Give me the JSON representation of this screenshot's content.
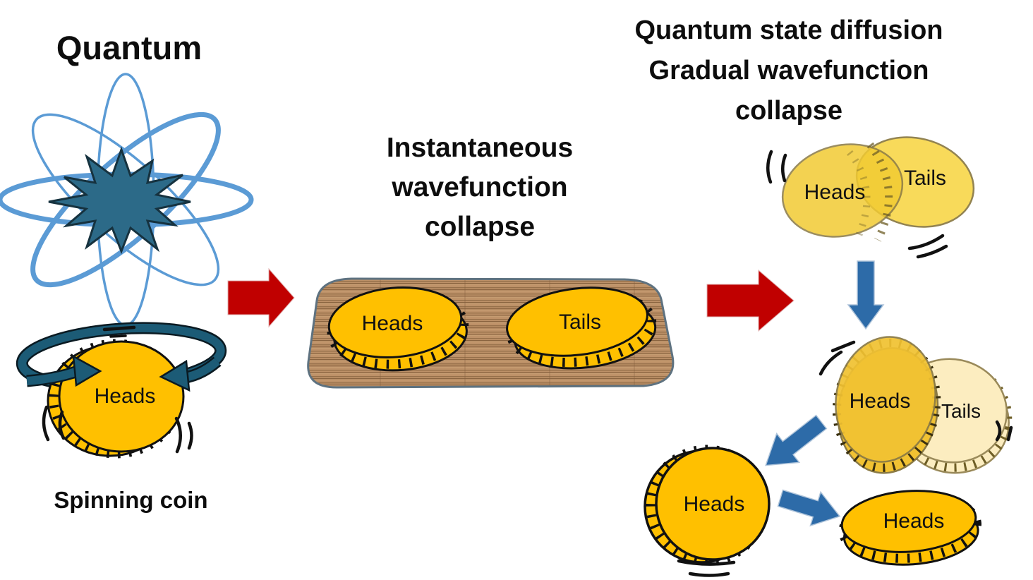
{
  "figure": {
    "left": {
      "title": "Quantum",
      "spinning_coin_label": "Heads",
      "caption": "Spinning coin"
    },
    "center": {
      "title_lines": [
        "Instantaneous",
        "wavefunction",
        "collapse"
      ],
      "board_coin_labels": [
        "Heads",
        "Tails"
      ]
    },
    "right": {
      "title_lines": [
        "Quantum state diffusion",
        "Gradual wavefunction",
        "collapse"
      ],
      "superposition_pair": {
        "heads": "Heads",
        "tails": "Tails"
      },
      "partial_collapse_pair": {
        "heads": "Heads",
        "tails": "Tails"
      },
      "collapsed_upright_label": "Heads",
      "collapsed_flat_label": "Heads"
    }
  },
  "icons": {
    "atom": "atom-orbits-with-nucleus-burst",
    "spin_band": "circular-rotation-arrows",
    "flow_arrow": "block-arrow",
    "motion_marks": "shake-lines"
  },
  "colors": {
    "coin_gold": "#FFC000",
    "superposition_heads": "#F2CB33",
    "superposition_tails": "#F8D84E",
    "partial_heads": "#F1C232",
    "faded_tails": "#FCEDC0",
    "red_arrow": "#C00000",
    "blue_arrow": "#2D6BA8",
    "orbit_blue": "#5B9BD5",
    "nucleus_teal": "#2C6A88",
    "spin_band_teal": "#1C5B76",
    "wood_base": "#BD9168",
    "wood_grain_dark": "#8A6440",
    "board_border": "#5E7280",
    "outline_black": "#111111",
    "coin_outline_gray": "#8A7A45",
    "text": "#0D0D0D"
  }
}
